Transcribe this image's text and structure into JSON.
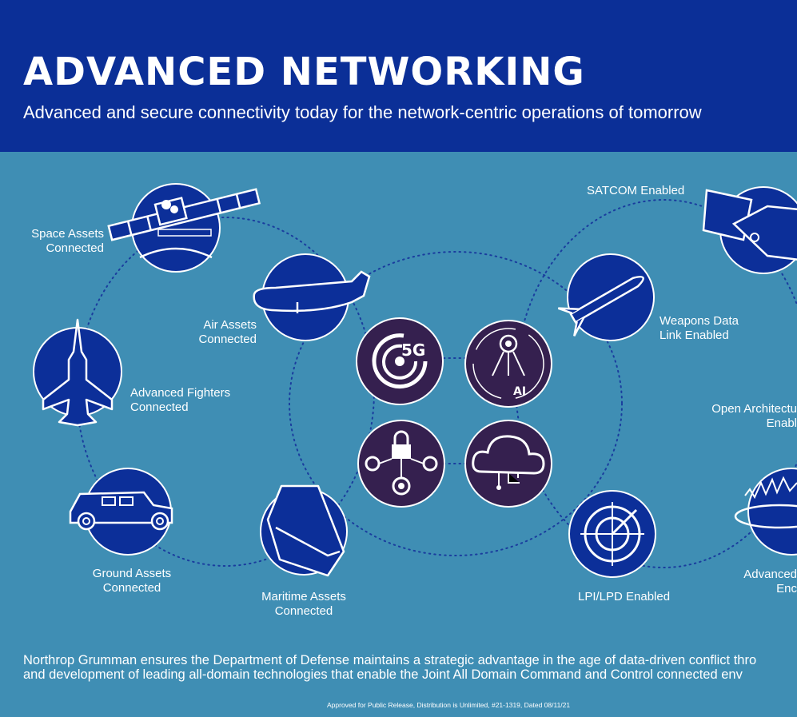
{
  "header": {
    "title": "ADVANCED NETWORKING",
    "subtitle": "Advanced and secure connectivity today for the network-centric operations of tomorrow"
  },
  "labels": {
    "space": [
      "Space Assets",
      "Connected"
    ],
    "air": [
      "Air Assets",
      "Connected"
    ],
    "fighters": [
      "Advanced Fighters",
      "Connected"
    ],
    "ground": [
      "Ground Assets",
      "Connected"
    ],
    "maritime": [
      "Maritime Assets",
      "Connected"
    ],
    "satcom": "SATCOM Enabled",
    "weapons": [
      "Weapons Data",
      "Link Enabled"
    ],
    "open_arch": [
      "Open Architectu",
      "Enabl"
    ],
    "lpi": "LPI/LPD Enabled",
    "advanced_right": [
      "Advanced",
      "Enc"
    ]
  },
  "center_icons": {
    "five_g": "5G",
    "ai": "AI"
  },
  "footer": {
    "line1": "Northrop Grumman ensures the Department of Defense maintains a strategic advantage in the age of data-driven conflict thro",
    "line2": "and development of leading all-domain technologies that enable the Joint All Domain Command and Control connected env",
    "approval": "Approved for Public Release, Distribution is Unlimited, #21-1319, Dated 08/11/21"
  },
  "colors": {
    "header_bg": "#0b2f97",
    "body_bg": "#3f8eb4",
    "asset_circle": "#0c2f99",
    "center_circle": "#35204f"
  },
  "icons": [
    "satellite-icon",
    "drone-icon",
    "fighter-jet-icon",
    "humvee-icon",
    "ship-icon",
    "5g-icon",
    "ai-chip-icon",
    "lock-network-icon",
    "cloud-icon",
    "satcom-satellite-icon",
    "missile-icon",
    "radar-icon",
    "antenna-icon"
  ]
}
